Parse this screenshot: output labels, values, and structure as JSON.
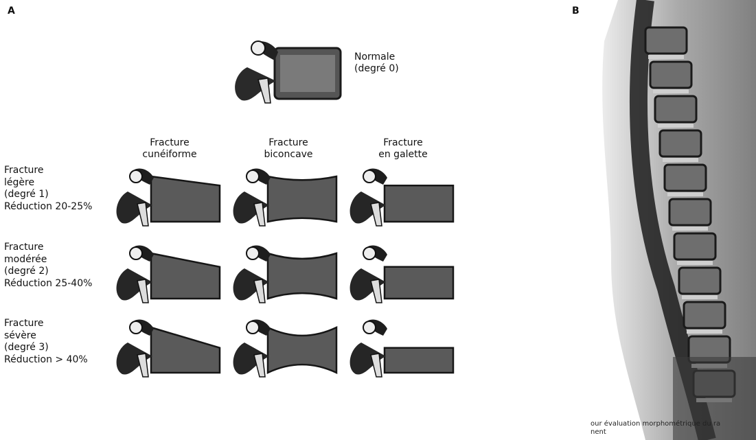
{
  "panels": {
    "a": "A",
    "b": "B"
  },
  "normal": {
    "label_1": "Normale",
    "label_2": "(degré 0)"
  },
  "columns": [
    {
      "line1": "Fracture",
      "line2": "cunéiforme"
    },
    {
      "line1": "Fracture",
      "line2": "biconcave"
    },
    {
      "line1": "Fracture",
      "line2": "en galette"
    }
  ],
  "rows": [
    {
      "lines": [
        "Fracture",
        "légère",
        "(degré 1)",
        "Réduction 20-25%"
      ],
      "height_fraction": [
        0.8,
        0.8,
        0.8
      ]
    },
    {
      "lines": [
        "Fracture",
        "modérée",
        "(degré 2)",
        "Réduction 25-40%"
      ],
      "height_fraction": [
        0.7,
        0.7,
        0.7
      ]
    },
    {
      "lines": [
        "Fracture",
        "sévère",
        "(degré 3)",
        "Réduction > 40%"
      ],
      "height_fraction": [
        0.55,
        0.55,
        0.55
      ]
    }
  ],
  "xray": {
    "caption_1": "our évaluation morphométrique du ra",
    "caption_2": "nent",
    "colors": {
      "dark": "#1a1a1a",
      "mid": "#6e6e6e",
      "light": "#cfcfcf"
    }
  }
}
